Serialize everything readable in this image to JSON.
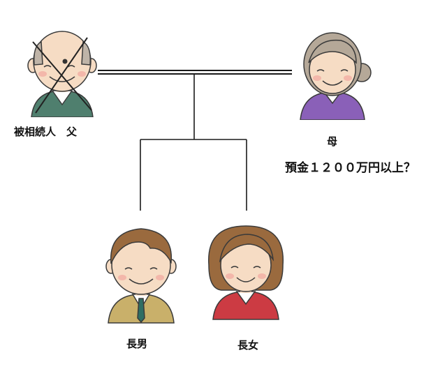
{
  "people": {
    "father": {
      "label": "被相続人　父"
    },
    "mother": {
      "label": "母",
      "note": "預金１２００万円以上？"
    },
    "son": {
      "label": "長男"
    },
    "daughter": {
      "label": "長女"
    }
  },
  "colors": {
    "skin": "#f6dcc4",
    "line": "#1a1a1a",
    "father_sweater": "#4f7f6e",
    "mother_sweater": "#8a60b8",
    "son_jacket": "#c9b06a",
    "daughter_top": "#cc3b43",
    "brown_hair": "#9a6a3e",
    "grey_hair": "#b5a898"
  }
}
